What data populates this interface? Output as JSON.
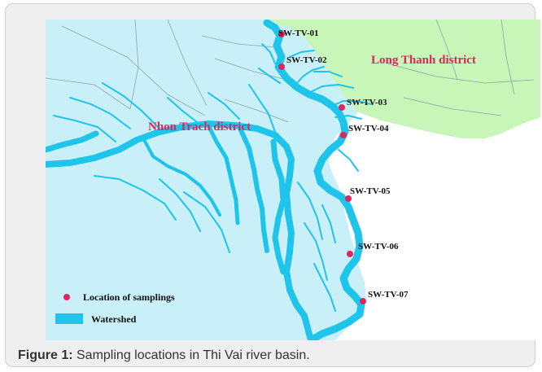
{
  "colors": {
    "water": "#1fc4ea",
    "watershed_land": "#c9f0f8",
    "long_thanh_land": "#c8f5b8",
    "site_marker": "#e0245e",
    "district_text": "#e0245e",
    "roads": "#8aa4a8"
  },
  "districts": [
    {
      "id": "long-thanh",
      "name": "Long Thanh district"
    },
    {
      "id": "nhon-trach",
      "name": "Nhon Trach district"
    }
  ],
  "sampling_sites": [
    {
      "id": "SW-TV-01",
      "label": "SW-TV-01"
    },
    {
      "id": "SW-TV-02",
      "label": "SW-TV-02"
    },
    {
      "id": "SW-TV-03",
      "label": "SW-TV-03"
    },
    {
      "id": "SW-TV-04",
      "label": "SW-TV-04"
    },
    {
      "id": "SW-TV-05",
      "label": "SW-TV-05"
    },
    {
      "id": "SW-TV-06",
      "label": "SW-TV-06"
    },
    {
      "id": "SW-TV-07",
      "label": "SW-TV-07"
    }
  ],
  "legend": {
    "samplings_label": "Location of samplings",
    "watershed_label": "Watershed"
  },
  "caption": {
    "label": "Figure 1:",
    "text": " Sampling locations in Thi Vai river basin."
  }
}
